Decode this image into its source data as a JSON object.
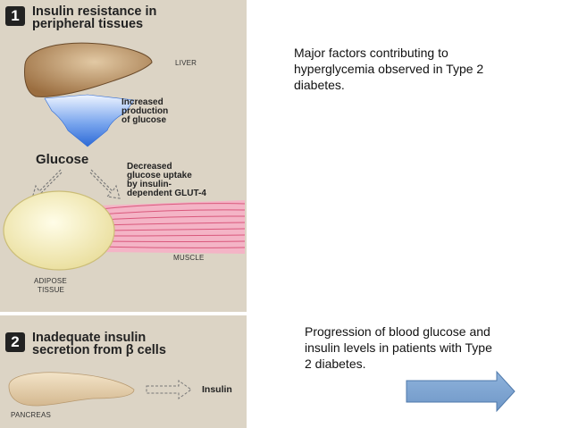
{
  "panel1": {
    "number": "1",
    "title_line1": "Insulin resistance in",
    "title_line2": "peripheral tissues",
    "liver_label": "LIVER",
    "production_line1": "Increased",
    "production_line2": "production",
    "production_line3": "of glucose",
    "glucose_label": "Glucose",
    "uptake_line1": "Decreased",
    "uptake_line2": "glucose uptake",
    "uptake_line3": "by insulin-",
    "uptake_line4": "dependent GLUT-4",
    "muscle_label": "MUSCLE",
    "adipose_line1": "ADIPOSE",
    "adipose_line2": "TISSUE"
  },
  "panel2": {
    "number": "2",
    "title_line1": "Inadequate insulin",
    "title_line2": "secretion from β cells",
    "insulin_label": "Insulin",
    "pancreas_label": "PANCREAS"
  },
  "note_top": {
    "line1": "Major factors contributing to",
    "line2": "hyperglycemia observed in Type 2",
    "line3": "diabetes."
  },
  "note_bottom": {
    "line1": "Progression of blood glucose and",
    "line2": "insulin levels in patients with Type",
    "line3": "2 diabetes."
  },
  "colors": {
    "panel_bg": "#dcd4c5",
    "liver": "#a57a4a",
    "adipose": "#f5eebc",
    "muscle": "#f0a6bd",
    "arrow_blue": "#7ea4cf",
    "funnel_blue": "#2d6ad6"
  }
}
